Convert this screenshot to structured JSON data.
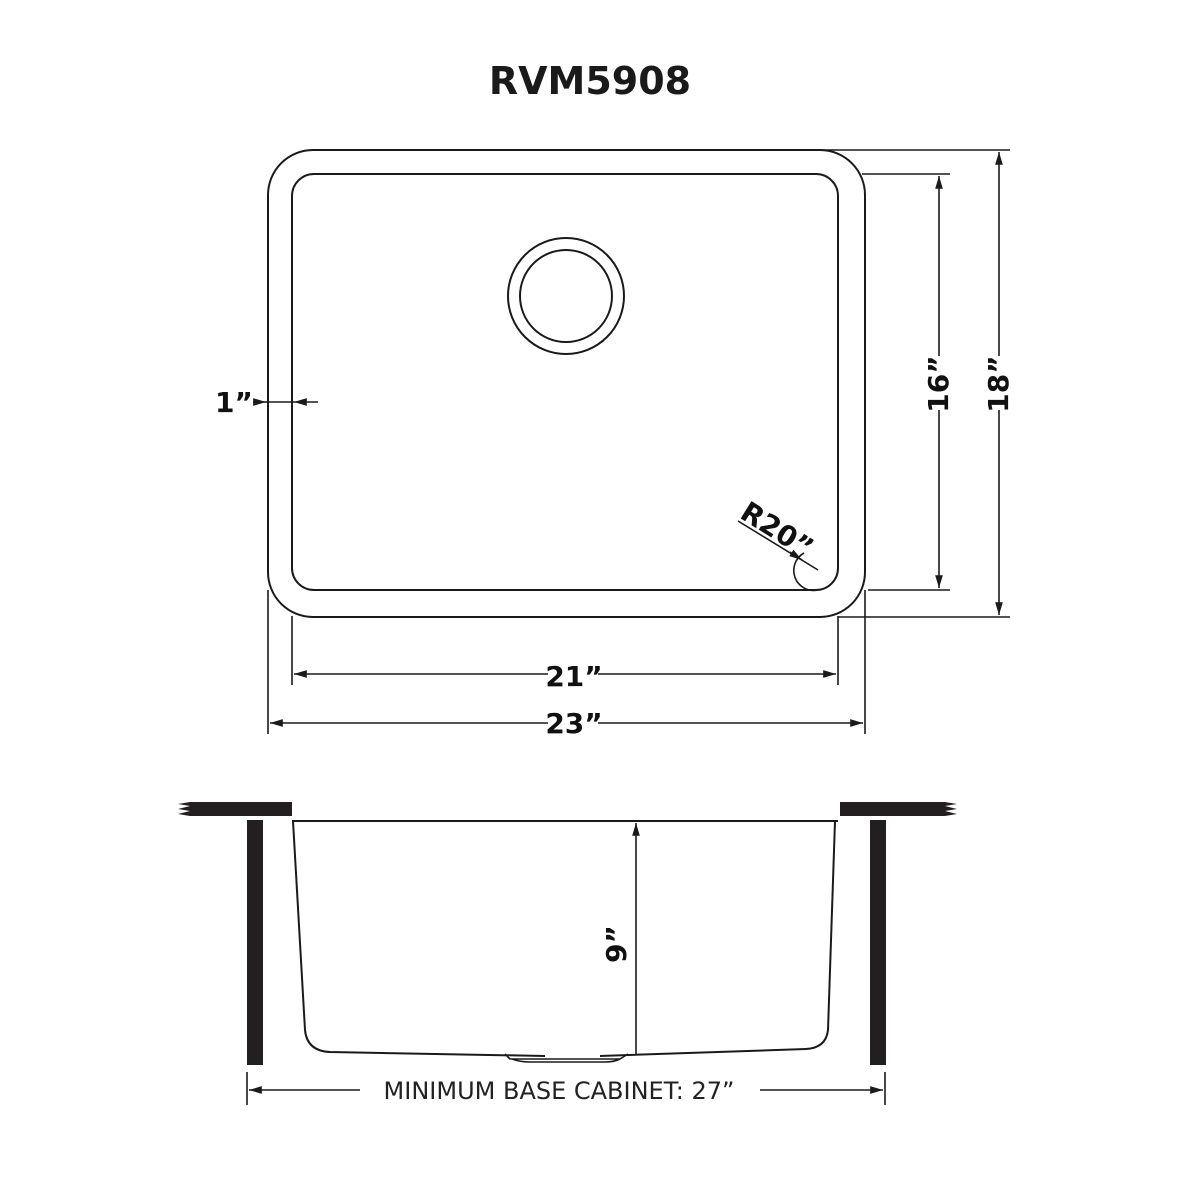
{
  "title": "RVM5908",
  "top_view": {
    "left_rim_label": "1”",
    "corner_radius_label": "R20”",
    "inner_height_label": "16”",
    "outer_height_label": "18”",
    "inner_width_label": "21”",
    "outer_width_label": "23”"
  },
  "side_view": {
    "depth_label": "9”",
    "min_cabinet_label": "MINIMUM BASE CABINET: 27”"
  },
  "colors": {
    "line": "#1a1a1a",
    "fill_dark": "#231f20",
    "background": "#ffffff"
  }
}
